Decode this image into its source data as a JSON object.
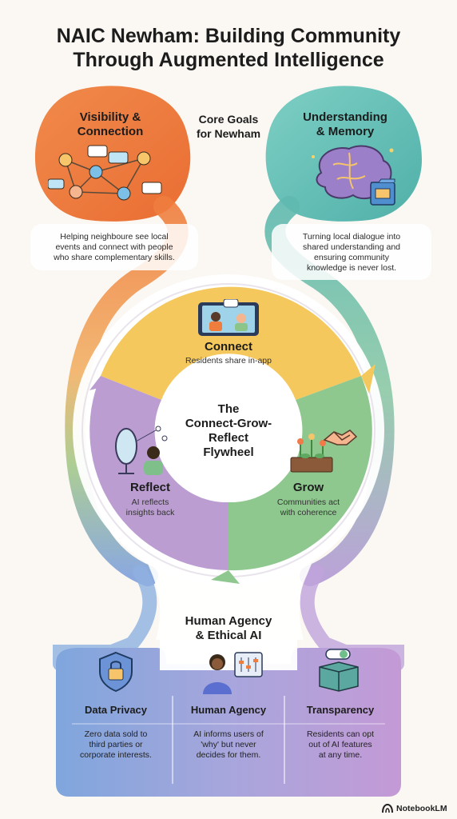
{
  "title": {
    "line1": "NAIC Newham: Building Community",
    "line2": "Through Augmented Intelligence"
  },
  "core_goals": {
    "line1": "Core Goals",
    "line2": "for Newham"
  },
  "visibility": {
    "title_line1": "Visibility &",
    "title_line2": "Connection",
    "desc_line1": "Helping neighboure see local",
    "desc_line2": "events and connect with people",
    "desc_line3": "who share complementary skills."
  },
  "understanding": {
    "title_line1": "Understanding",
    "title_line2": "& Memory",
    "desc_line1": "Turning local dialogue into",
    "desc_line2": "shared understanding and",
    "desc_line3": "ensuring community",
    "desc_line4": "knowledge is never lost."
  },
  "flywheel": {
    "center_line1": "The",
    "center_line2": "Connect-Grow-",
    "center_line3": "Reflect",
    "center_line4": "Flywheel",
    "connect": {
      "title": "Connect",
      "desc": "Residents share in-app"
    },
    "grow": {
      "title": "Grow",
      "desc_line1": "Communities act",
      "desc_line2": "with coherence"
    },
    "reflect": {
      "title": "Reflect",
      "desc_line1": "AI reflects",
      "desc_line2": "insights back"
    }
  },
  "ethics": {
    "heading_line1": "Human Agency",
    "heading_line2": "& Ethical AI",
    "pillars": [
      {
        "title": "Data Privacy",
        "desc_line1": "Zero data sold to",
        "desc_line2": "third parties or",
        "desc_line3": "corporate interests."
      },
      {
        "title": "Human Agency",
        "desc_line1": "AI informs users of",
        "desc_line2": "'why' but never",
        "desc_line3": "decides for them."
      },
      {
        "title": "Transparency",
        "desc_line1": "Residents can opt",
        "desc_line2": "out of AI features",
        "desc_line3": "at any time."
      }
    ]
  },
  "brand": "NotebookLM",
  "icons": [
    "network-icon",
    "brain-icon",
    "folder-icon",
    "tablet-chat-icon",
    "mirror-icon",
    "garden-icon",
    "handshake-icon",
    "lock-shield-icon",
    "person-sliders-icon",
    "box-toggle-icon",
    "notebook-logo-icon"
  ],
  "colors": {
    "orange": "#ee7a3c",
    "teal": "#5fb9b0",
    "yellow": "#f4c75a",
    "green": "#8cc58a",
    "purple": "#b99ad0",
    "blue": "#7f9ed8"
  }
}
